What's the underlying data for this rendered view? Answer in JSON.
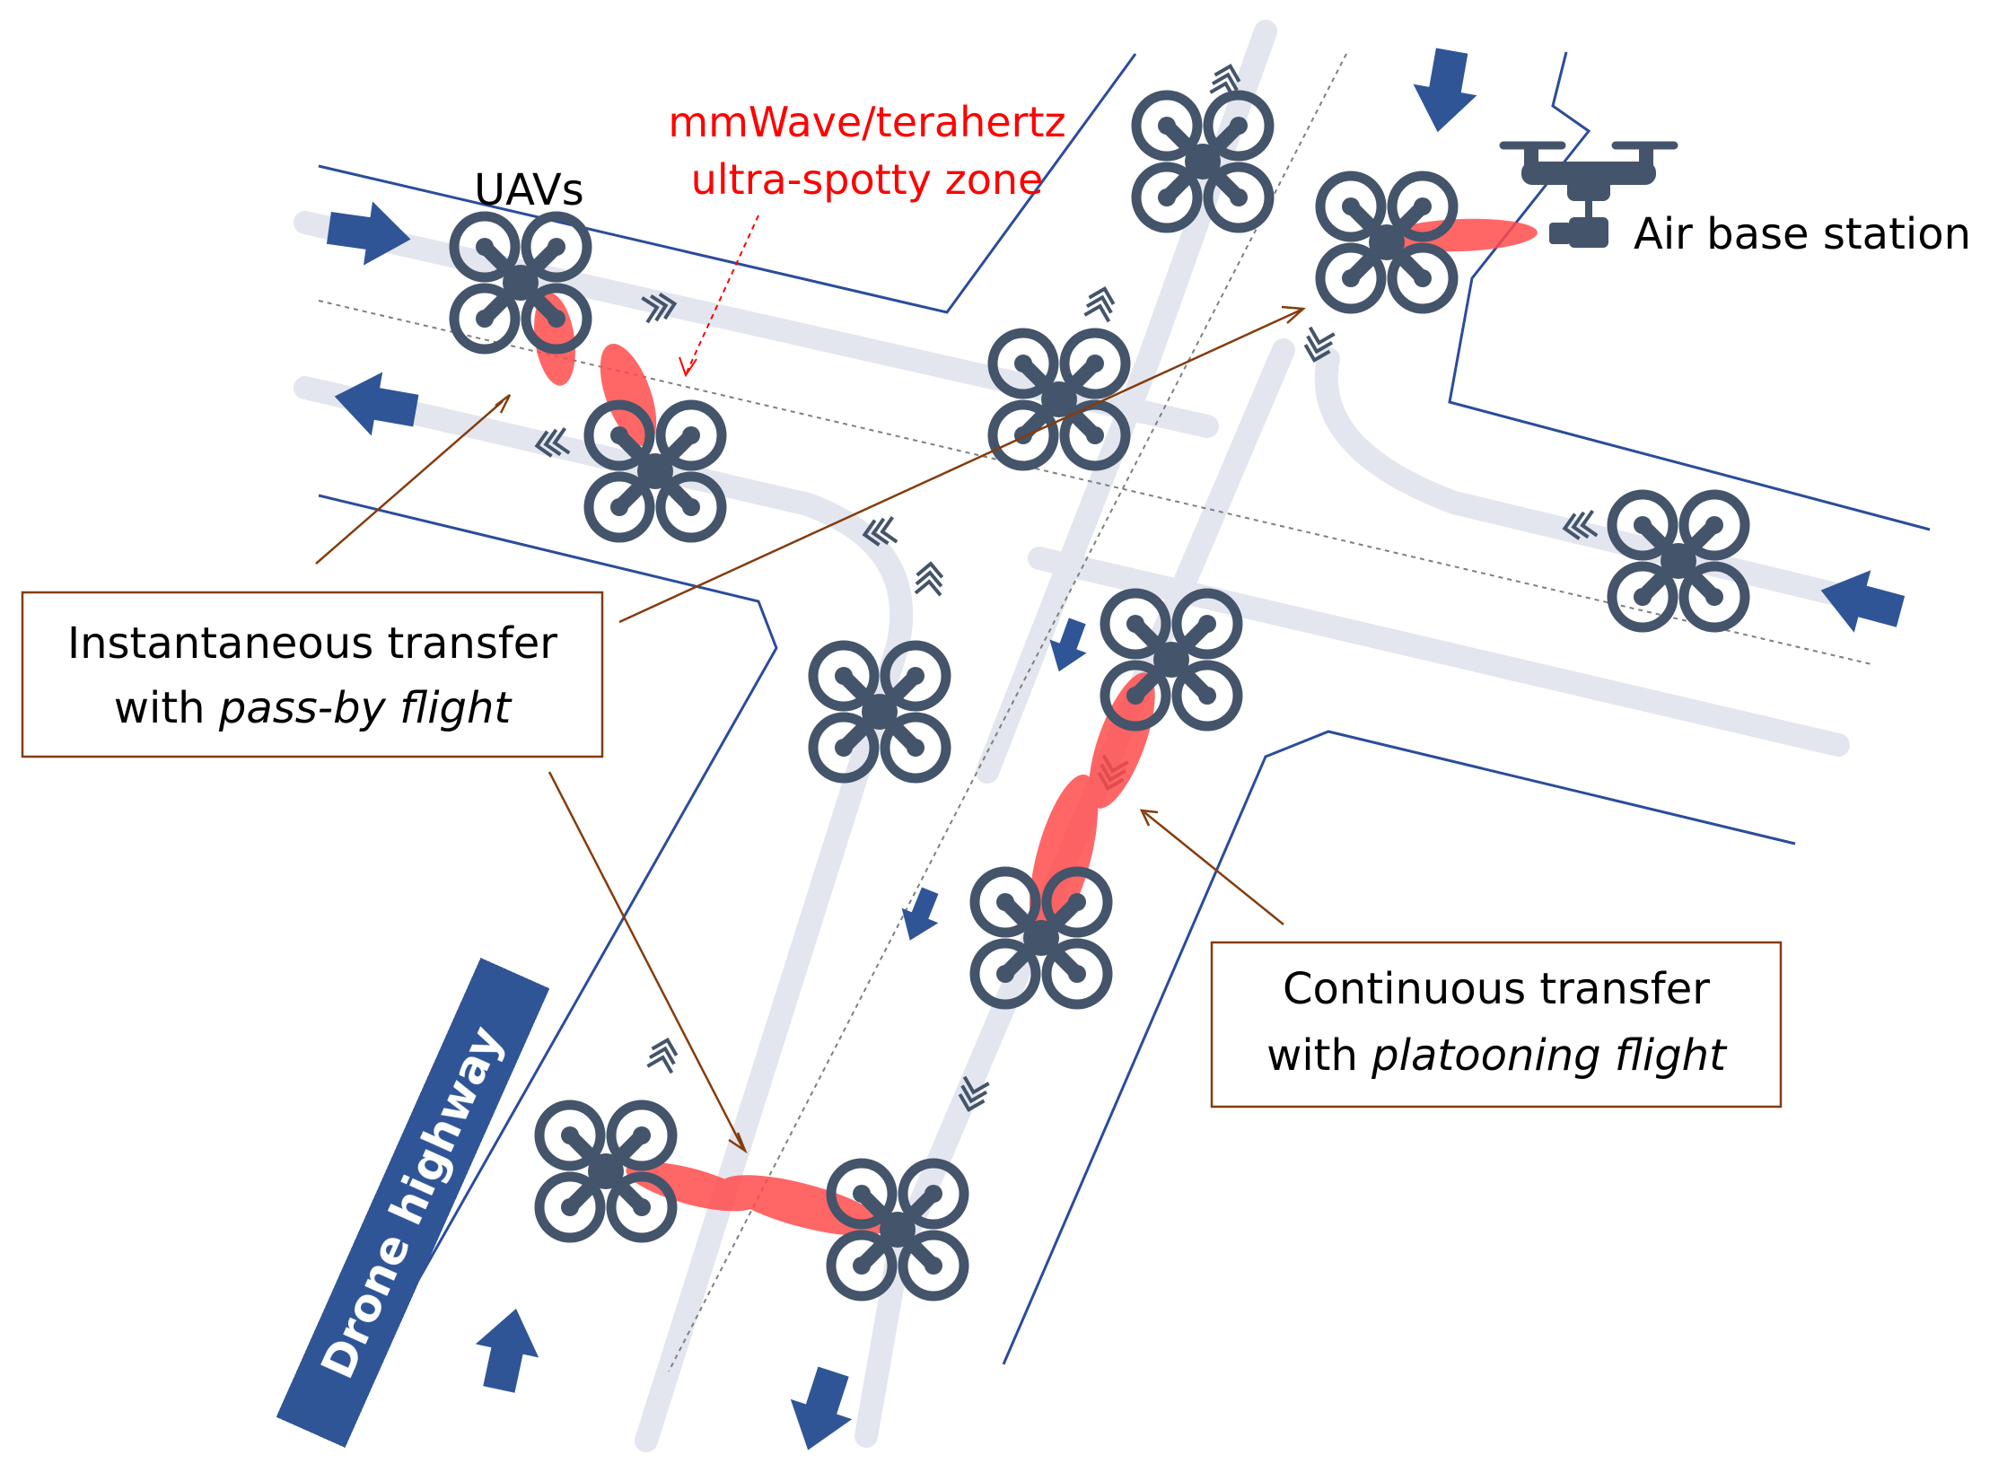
{
  "labels": {
    "uavs": "UAVs",
    "zone_line1": "mmWave/terahertz",
    "zone_line2": "ultra-spotty zone",
    "air_base_station": "Air base station",
    "drone_highway": "Drone highway"
  },
  "callouts": {
    "instantaneous_line1": "Instantaneous transfer",
    "instantaneous_line2_prefix": "with ",
    "instantaneous_line2_italic": "pass-by flight",
    "continuous_line1": "Continuous transfer",
    "continuous_line2_prefix": "with ",
    "continuous_line2_italic": "platooning flight"
  },
  "colors": {
    "road_edge": "#2a4c9c",
    "lane": "#e3e6ee",
    "arrow": "#2f5597",
    "drone": "#44546a",
    "beam": "#ff4b4b",
    "leader": "#843c0c",
    "zone_text": "#ff0000",
    "highway_label_bg": "#2f5597"
  },
  "icons": {
    "drone": "quadcopter-icon",
    "base_station": "air-base-station-icon",
    "direction": "arrow-icon",
    "lane_direction": "chevron-icon"
  }
}
